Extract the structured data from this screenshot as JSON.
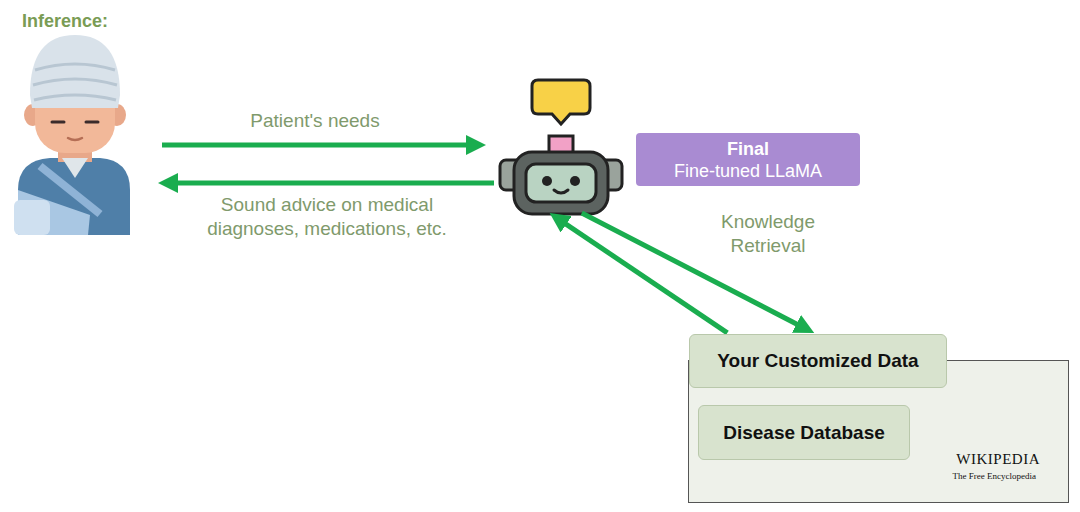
{
  "diagram": {
    "title": "Inference:",
    "nodes": [
      {
        "text": [
          "Final",
          "Fine-tuned LLaMA"
        ]
      },
      {
        "text": [
          "WIKIPEDIA",
          "The Free Encyclopedia"
        ]
      },
      {
        "text": [
          "Your Customized Data"
        ],
        "in": 1
      },
      {
        "text": [
          "Disease Database"
        ],
        "in": 1
      }
    ],
    "edges": [
      {
        "from": 0,
        "to": 2,
        "label": "Knowledge Retrieval",
        "arrow": "to"
      },
      {
        "from": 2,
        "to": 0,
        "arrow": "to"
      }
    ],
    "labels": [
      "Patient's needs",
      "Sound advice on medical diagnoses, medications, etc."
    ]
  }
}
